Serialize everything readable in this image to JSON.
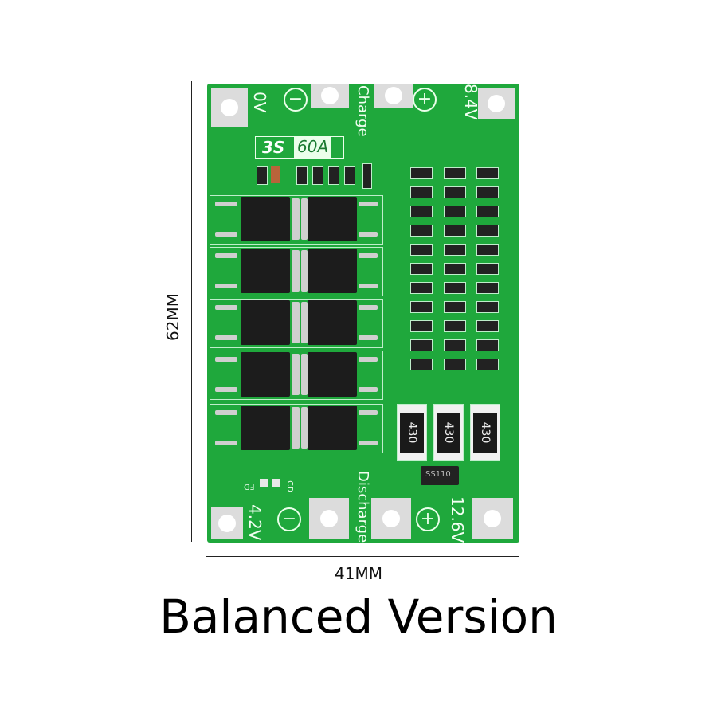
{
  "dimensions": {
    "height_label": "62MM",
    "width_label": "41MM"
  },
  "caption": "Balanced Version",
  "board": {
    "color": "#1fa83c",
    "model": {
      "cells": "3S",
      "current": "60A"
    },
    "top_labels": {
      "left_voltage": "0V",
      "port": "Charge",
      "right_voltage": "8.4V",
      "minus": "−",
      "plus": "+"
    },
    "bottom_labels": {
      "left_voltage": "4.2V",
      "port": "Discharge",
      "right_voltage": "12.6V",
      "minus": "−",
      "plus": "+",
      "fd": "FD",
      "cd": "CD"
    },
    "resistors": [
      "430",
      "430",
      "430"
    ],
    "diode": "SS110"
  }
}
